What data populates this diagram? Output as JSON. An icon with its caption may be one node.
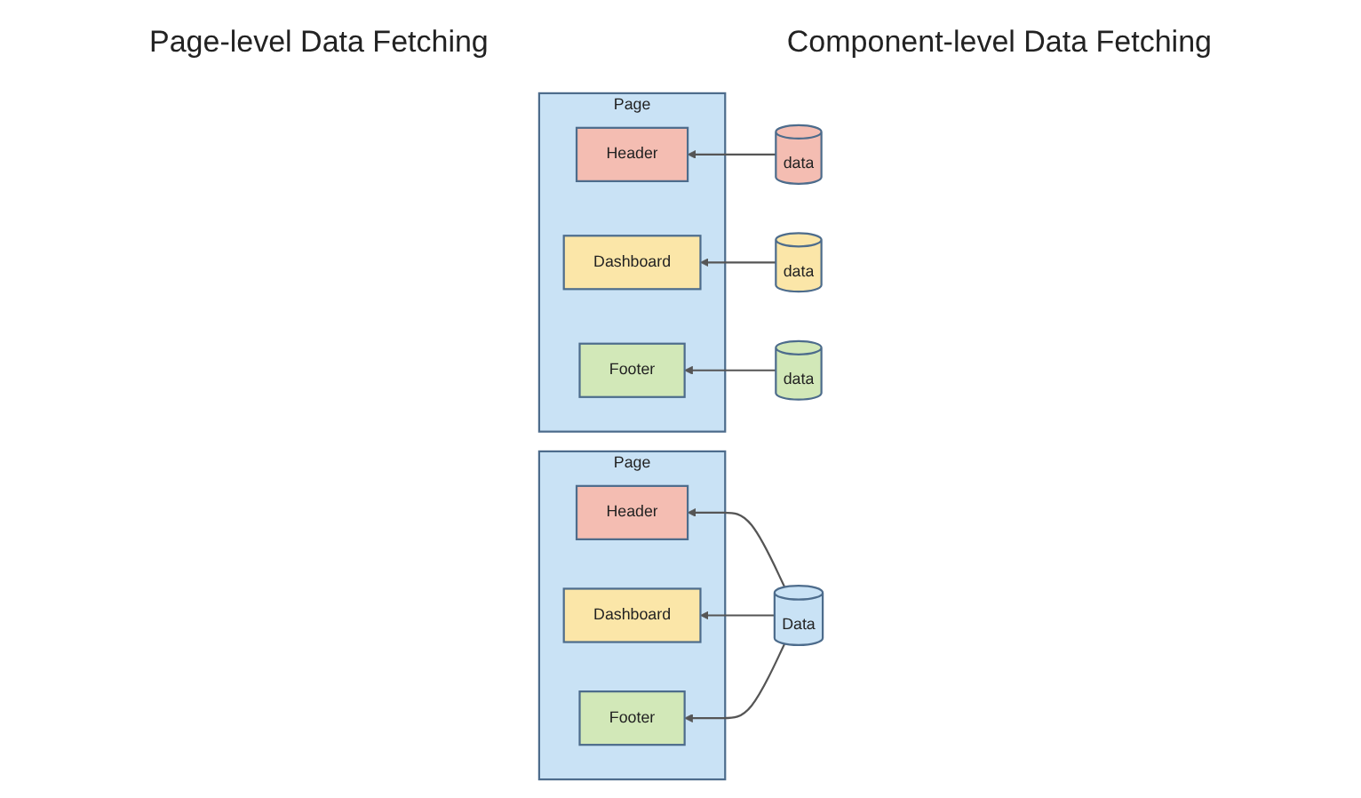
{
  "diagram": {
    "nodes": [
      {
        "text": [
          "Page"
        ]
      },
      {
        "text": [
          "Header"
        ],
        "in": 0
      },
      {
        "text": [
          "Dashboard"
        ],
        "in": 0
      },
      {
        "text": [
          "Footer"
        ],
        "in": 0
      },
      {
        "text": [
          "Data"
        ]
      },
      {
        "text": [
          "Page"
        ]
      },
      {
        "text": [
          "Header"
        ],
        "in": 5
      },
      {
        "text": [
          "Dashboard"
        ],
        "in": 5
      },
      {
        "text": [
          "Footer"
        ],
        "in": 5
      },
      {
        "text": [
          "data"
        ]
      },
      {
        "text": [
          "data"
        ]
      },
      {
        "text": [
          "data"
        ]
      }
    ],
    "edges": [
      {
        "from": 4,
        "to": 1,
        "arrow": "to"
      },
      {
        "from": 4,
        "to": 2,
        "arrow": "to"
      },
      {
        "from": 4,
        "to": 3,
        "arrow": "to"
      },
      {
        "from": 9,
        "to": 6,
        "arrow": "to"
      },
      {
        "from": 10,
        "to": 7,
        "arrow": "to"
      },
      {
        "from": 11,
        "to": 8,
        "arrow": "to"
      }
    ],
    "labels": [
      "Page-level Data Fetching",
      "Component-level Data Fetching"
    ]
  }
}
